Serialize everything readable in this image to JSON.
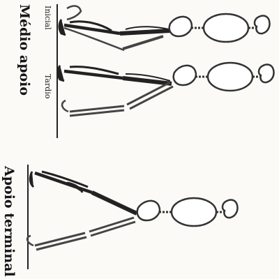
{
  "panels": {
    "mid_stance": {
      "title": "Médio apoio",
      "early_label": "Inicial",
      "late_label": "Tardio"
    },
    "terminal_stance": {
      "title": "Apoio terminal"
    }
  },
  "colors": {
    "ink": "#1a1a1a",
    "background": "#fbfaf7",
    "muscle": "#2a2a2a",
    "outline": "#333333"
  }
}
